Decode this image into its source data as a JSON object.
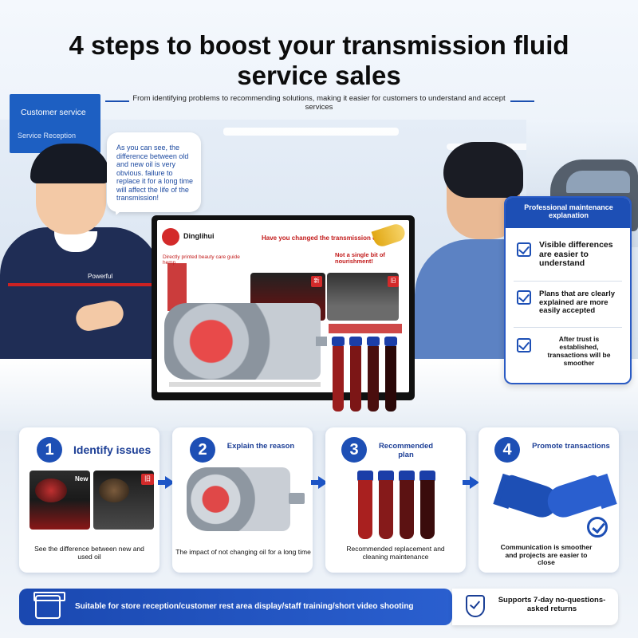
{
  "header": {
    "title": "4 steps to boost your transmission fluid service sales",
    "subtitle": "From identifying problems to recommending solutions, making it easier for customers to understand and accept services"
  },
  "scene": {
    "reception_sign_title": "Customer service",
    "reception_sign_sub": "Service Reception",
    "uniform_badge": "Powerful"
  },
  "speech_bubble": {
    "text": "As you can see, the difference between old and new oil is very obvious. failure to replace it for a long time will affect the life of the transmission!"
  },
  "info_panel": {
    "title": "Professional maintenance explanation",
    "items": [
      {
        "label": "Visible differences are easier to understand"
      },
      {
        "label": "Plans that are clearly explained are more easily accepted"
      },
      {
        "label": "After trust is established, transactions will be smoother"
      }
    ]
  },
  "board": {
    "brand": "Dinglihui",
    "question": "Have you changed the transmission oil?",
    "red_note": "Directly printed beauty care guide hemp",
    "nourish": "Not a single bit of nourishment!",
    "new_badge": "新",
    "old_badge": "旧"
  },
  "steps": [
    {
      "number": "1",
      "title": "Identify issues",
      "caption": "See the difference between new and used oil",
      "new_label": "New",
      "old_label": "旧"
    },
    {
      "number": "2",
      "title": "Explain the reason",
      "caption": "The impact of not changing oil for a long time"
    },
    {
      "number": "3",
      "title": "Recommended plan",
      "caption": "Recommended replacement and cleaning maintenance"
    },
    {
      "number": "4",
      "title": "Promote transactions",
      "caption": "Communication is smoother and projects are easier to close"
    }
  ],
  "footer": {
    "left_text": "Suitable for store reception/customer rest area display/staff training/short video shooting",
    "right_text": "Supports 7-day no-questions-asked returns"
  },
  "colors": {
    "brand_blue": "#1d4fb5",
    "accent_red": "#d32a2a",
    "oil_new": "#a9201f",
    "oil_old": "#3a0c0c"
  },
  "icons": {
    "footer_left": "display-stand-icon",
    "footer_right": "shield-check-icon",
    "step4": "handshake-icon",
    "info_check": "checkbox-icon"
  }
}
